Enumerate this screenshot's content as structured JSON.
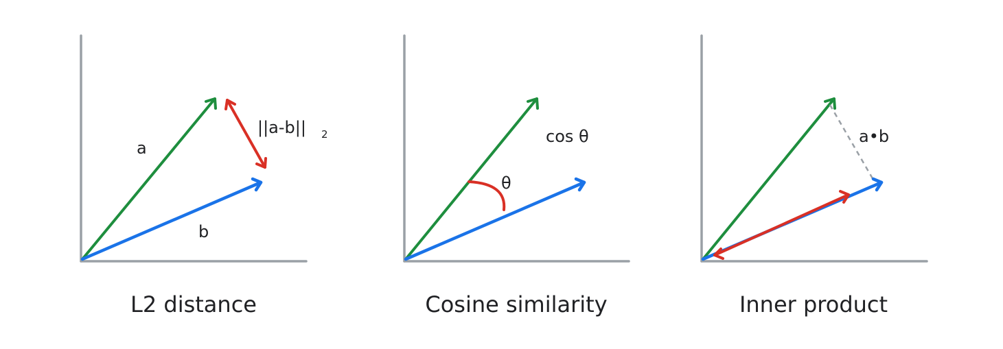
{
  "colors": {
    "axis": "#9aa0a6",
    "vector_a": "#1e8e3e",
    "vector_b": "#1a73e8",
    "measure": "#d93025",
    "projection": "#9aa0a6",
    "text": "#202124"
  },
  "panels": [
    {
      "caption": "L2 distance",
      "labels": {
        "a": "a",
        "b": "b",
        "measure": "||a-b||",
        "measure_sub": "2"
      }
    },
    {
      "caption": "Cosine similarity",
      "labels": {
        "angle": "θ",
        "measure": "cos θ"
      }
    },
    {
      "caption": "Inner product",
      "labels": {
        "measure": "a•b"
      }
    }
  ]
}
